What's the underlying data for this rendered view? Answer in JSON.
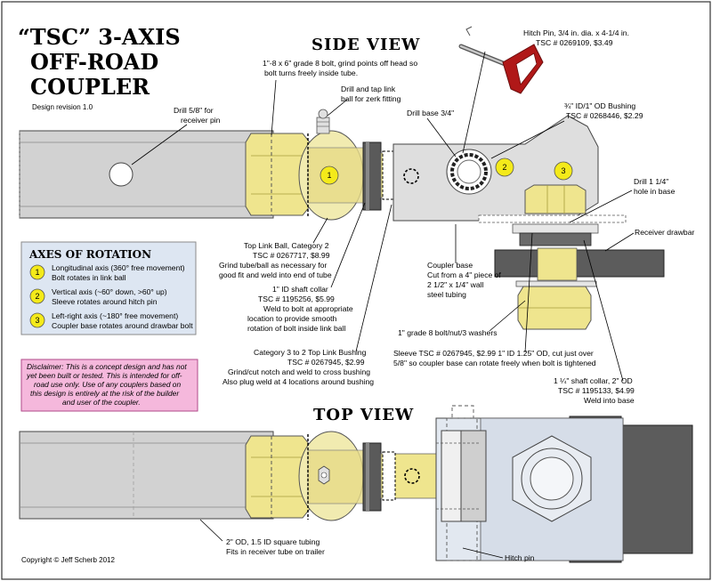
{
  "title": {
    "line1": "“TSC” 3-AXIS",
    "line2": "OFF-ROAD",
    "line3": "COUPLER",
    "revision": "Design revision 1.0"
  },
  "views": {
    "side": "SIDE VIEW",
    "top": "TOP VIEW"
  },
  "axes": {
    "heading": "AXES OF ROTATION",
    "items": [
      {
        "num": "1",
        "line1": "Longitudinal axis (360° free movement)",
        "line2": "Bolt rotates in link ball"
      },
      {
        "num": "2",
        "line1": "Vertical axis (~60° down, >60° up)",
        "line2": "Sleeve rotates around hitch pin"
      },
      {
        "num": "3",
        "line1": "Left-right axis (~180° free movement)",
        "line2": "Coupler base rotates around drawbar bolt"
      }
    ]
  },
  "disclaimer": {
    "lines": [
      "Disclaimer: This is a concept design and has not",
      "yet been built or tested.  This is intended for off-",
      "road use only.  Use of any couplers based on",
      "this design is entirely at the risk of the builder",
      "and user of the coupler."
    ]
  },
  "markers": {
    "one": "1",
    "two": "2",
    "three": "3"
  },
  "labels": {
    "hitch_pin_spec": [
      "Hitch Pin, 3/4 in. dia. x 4-1/4 in.",
      "TSC # 0269109, $3.49"
    ],
    "bolt_spec": [
      "1\"-8 x 6\" grade 8 bolt, grind points off head so",
      "bolt turns freely inside tube."
    ],
    "zerk": [
      "Drill and tap link",
      "ball for zerk fitting"
    ],
    "drill_receiver": [
      "Drill 5/8\" for",
      "receiver pin"
    ],
    "drill_base": [
      "Drill base 3/4\""
    ],
    "bushing_34": [
      "¾\" ID/1\" OD Bushing",
      "TSC # 0268446, $2.29"
    ],
    "drill_hole": [
      "Drill 1 1/4\"",
      "hole in base"
    ],
    "receiver_drawbar": [
      "Receiver drawbar"
    ],
    "top_link_ball": [
      "Top Link Ball, Category 2",
      "TSC # 0267717, $8.99",
      "Grind tube/ball as necessary for",
      "good fit and weld into end of tube"
    ],
    "shaft_collar": [
      "1\" ID shaft collar",
      "TSC # 1195256, $5.99",
      "Weld to bolt at appropriate",
      "location to provide smooth",
      "rotation of bolt inside link ball"
    ],
    "coupler_base": [
      "Coupler base",
      "Cut from a 4\" piece of",
      "2 1/2\" x 1/4\" wall",
      "steel tubing"
    ],
    "washers": [
      "1\" grade 8 bolt/nut/3 washers"
    ],
    "link_bushing": [
      "Category 3 to 2 Top Link Bushing",
      "TSC # 0267945, $2.99",
      "Grind/cut notch and weld to cross bushing",
      "Also plug weld at 4 locations around bushing"
    ],
    "sleeve": [
      "Sleeve TSC # 0267945, $2.99 1\" ID 1.25\"  OD, cut just over",
      "5/8\" so coupler base can rotate freely when bolt is tightened"
    ],
    "collar_2od": [
      "1 ¼\" shaft collar, 2\" OD",
      "TSC # 1195133, $4.99",
      "Weld into base"
    ],
    "square_tubing": [
      "2\" OD, 1.5 ID square tubing",
      "Fits in receiver tube on trailer"
    ],
    "hitch_pin": [
      "Hitch pin"
    ]
  },
  "copyright": "Copyright © Jeff Scherb 2012",
  "colors": {
    "tube_gray": "#d2d2d2",
    "nut_yellow": "#efe58e",
    "ball_yellow": "#f1ebb0",
    "collar_dark": "#5a5a5a",
    "axes_box": "#dde6f2",
    "disclaimer_box": "#f5b8dc",
    "hitch_red": "#b01818",
    "marker_yellow": "#f4ea1a"
  }
}
